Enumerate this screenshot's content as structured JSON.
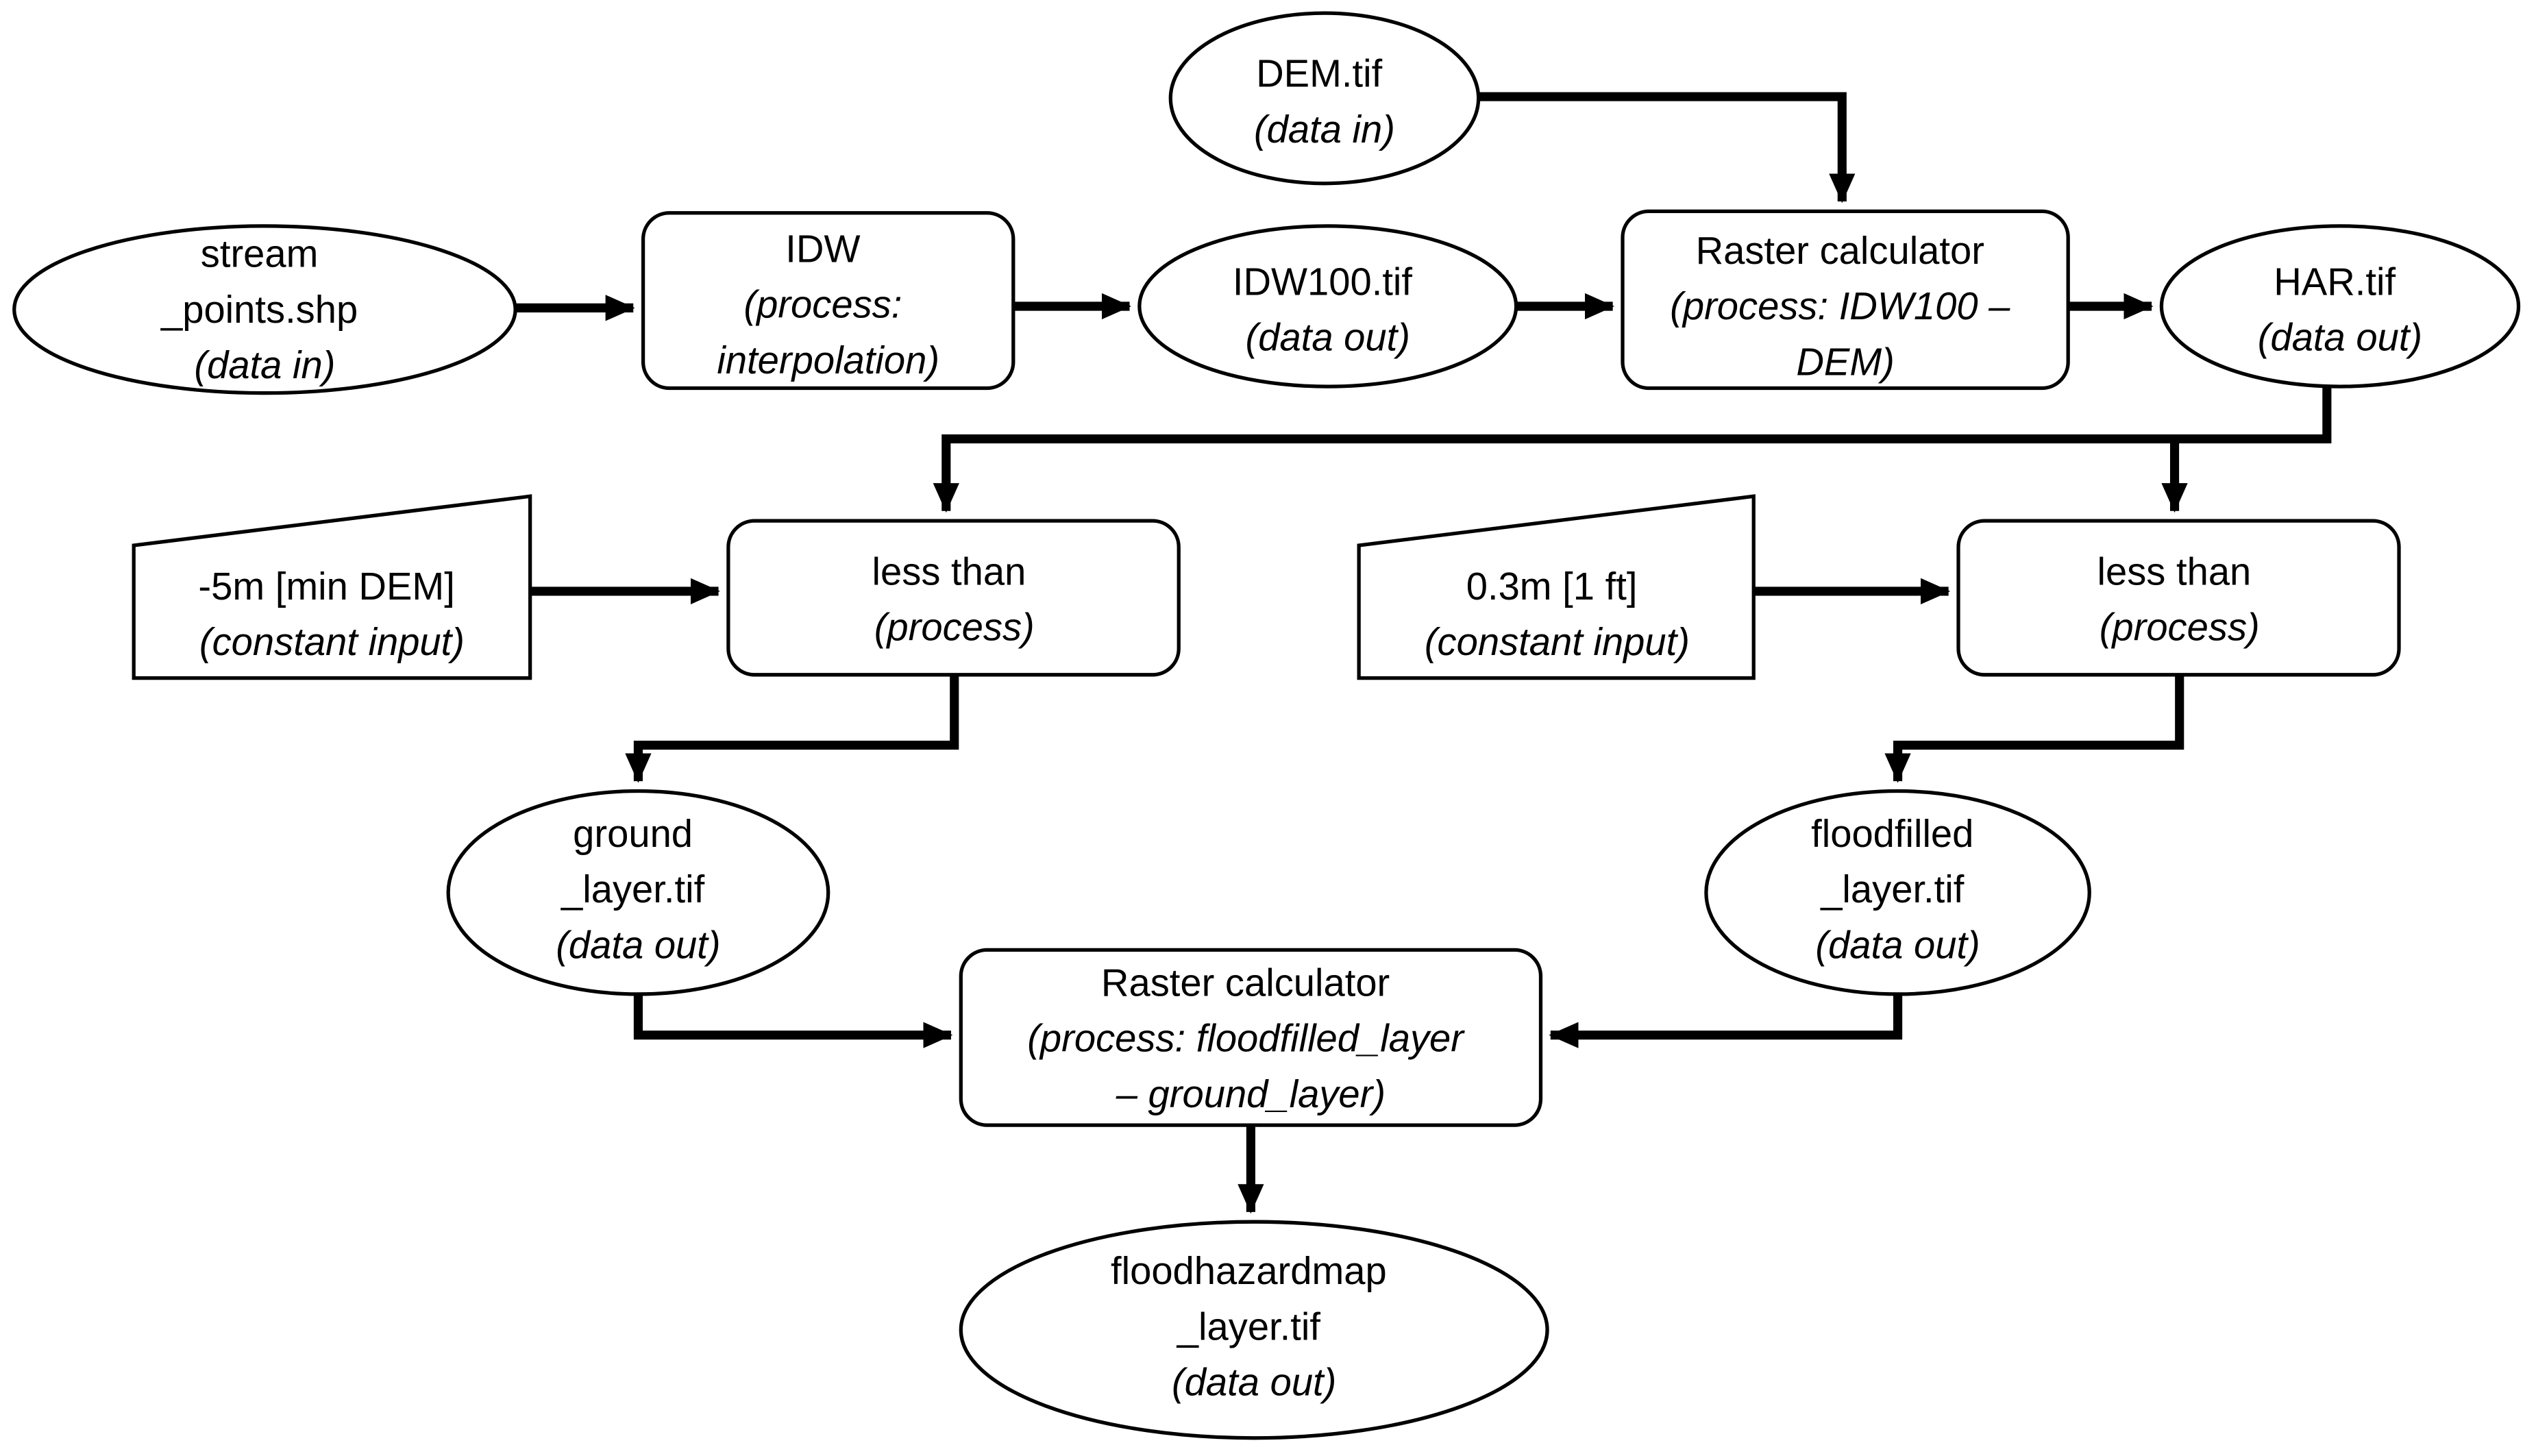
{
  "diagram": {
    "background_color": "#ffffff",
    "stroke_color": "#000000",
    "nodes": {
      "stream_points": {
        "shape": "ellipse",
        "role": "data in",
        "lines": [
          "stream",
          "_points.shp",
          "(data in)"
        ]
      },
      "idw": {
        "shape": "process",
        "role": "process",
        "lines": [
          "IDW",
          "(process:",
          "interpolation)"
        ]
      },
      "idw100": {
        "shape": "ellipse",
        "role": "data out",
        "lines": [
          "IDW100.tif",
          "(data out)"
        ]
      },
      "dem": {
        "shape": "ellipse",
        "role": "data in",
        "lines": [
          "DEM.tif",
          "(data in)"
        ]
      },
      "raster_calc_1": {
        "shape": "process",
        "role": "process",
        "lines": [
          "Raster calculator",
          "(process: IDW100 –",
          "DEM)"
        ]
      },
      "har": {
        "shape": "ellipse",
        "role": "data out",
        "lines": [
          "HAR.tif",
          "(data out)"
        ]
      },
      "min_dem_constant": {
        "shape": "manual-input",
        "role": "constant input",
        "lines": [
          "-5m [min DEM]",
          "(constant input)"
        ]
      },
      "less_than_left": {
        "shape": "process",
        "role": "process",
        "lines": [
          "less than",
          "(process)"
        ]
      },
      "one_ft_constant": {
        "shape": "manual-input",
        "role": "constant input",
        "lines": [
          "0.3m [1 ft]",
          "(constant input)"
        ]
      },
      "less_than_right": {
        "shape": "process",
        "role": "process",
        "lines": [
          "less than",
          "(process)"
        ]
      },
      "ground_layer": {
        "shape": "ellipse",
        "role": "data out",
        "lines": [
          "ground",
          "_layer.tif",
          "(data out)"
        ]
      },
      "floodfilled_layer": {
        "shape": "ellipse",
        "role": "data out",
        "lines": [
          "floodfilled",
          "_layer.tif",
          "(data out)"
        ]
      },
      "raster_calc_2": {
        "shape": "process",
        "role": "process",
        "lines": [
          "Raster calculator",
          "(process: floodfilled_layer",
          "– ground_layer)"
        ]
      },
      "floodhazardmap_layer": {
        "shape": "ellipse",
        "role": "data out",
        "lines": [
          "floodhazardmap",
          "_layer.tif",
          "(data out)"
        ]
      }
    },
    "edges": [
      {
        "from": "stream_points",
        "to": "idw"
      },
      {
        "from": "idw",
        "to": "idw100"
      },
      {
        "from": "idw100",
        "to": "raster_calc_1"
      },
      {
        "from": "dem",
        "to": "raster_calc_1"
      },
      {
        "from": "raster_calc_1",
        "to": "har"
      },
      {
        "from": "har",
        "to": "less_than_left"
      },
      {
        "from": "har",
        "to": "less_than_right"
      },
      {
        "from": "min_dem_constant",
        "to": "less_than_left"
      },
      {
        "from": "one_ft_constant",
        "to": "less_than_right"
      },
      {
        "from": "less_than_left",
        "to": "ground_layer"
      },
      {
        "from": "less_than_right",
        "to": "floodfilled_layer"
      },
      {
        "from": "ground_layer",
        "to": "raster_calc_2"
      },
      {
        "from": "floodfilled_layer",
        "to": "raster_calc_2"
      },
      {
        "from": "raster_calc_2",
        "to": "floodhazardmap_layer"
      }
    ]
  }
}
